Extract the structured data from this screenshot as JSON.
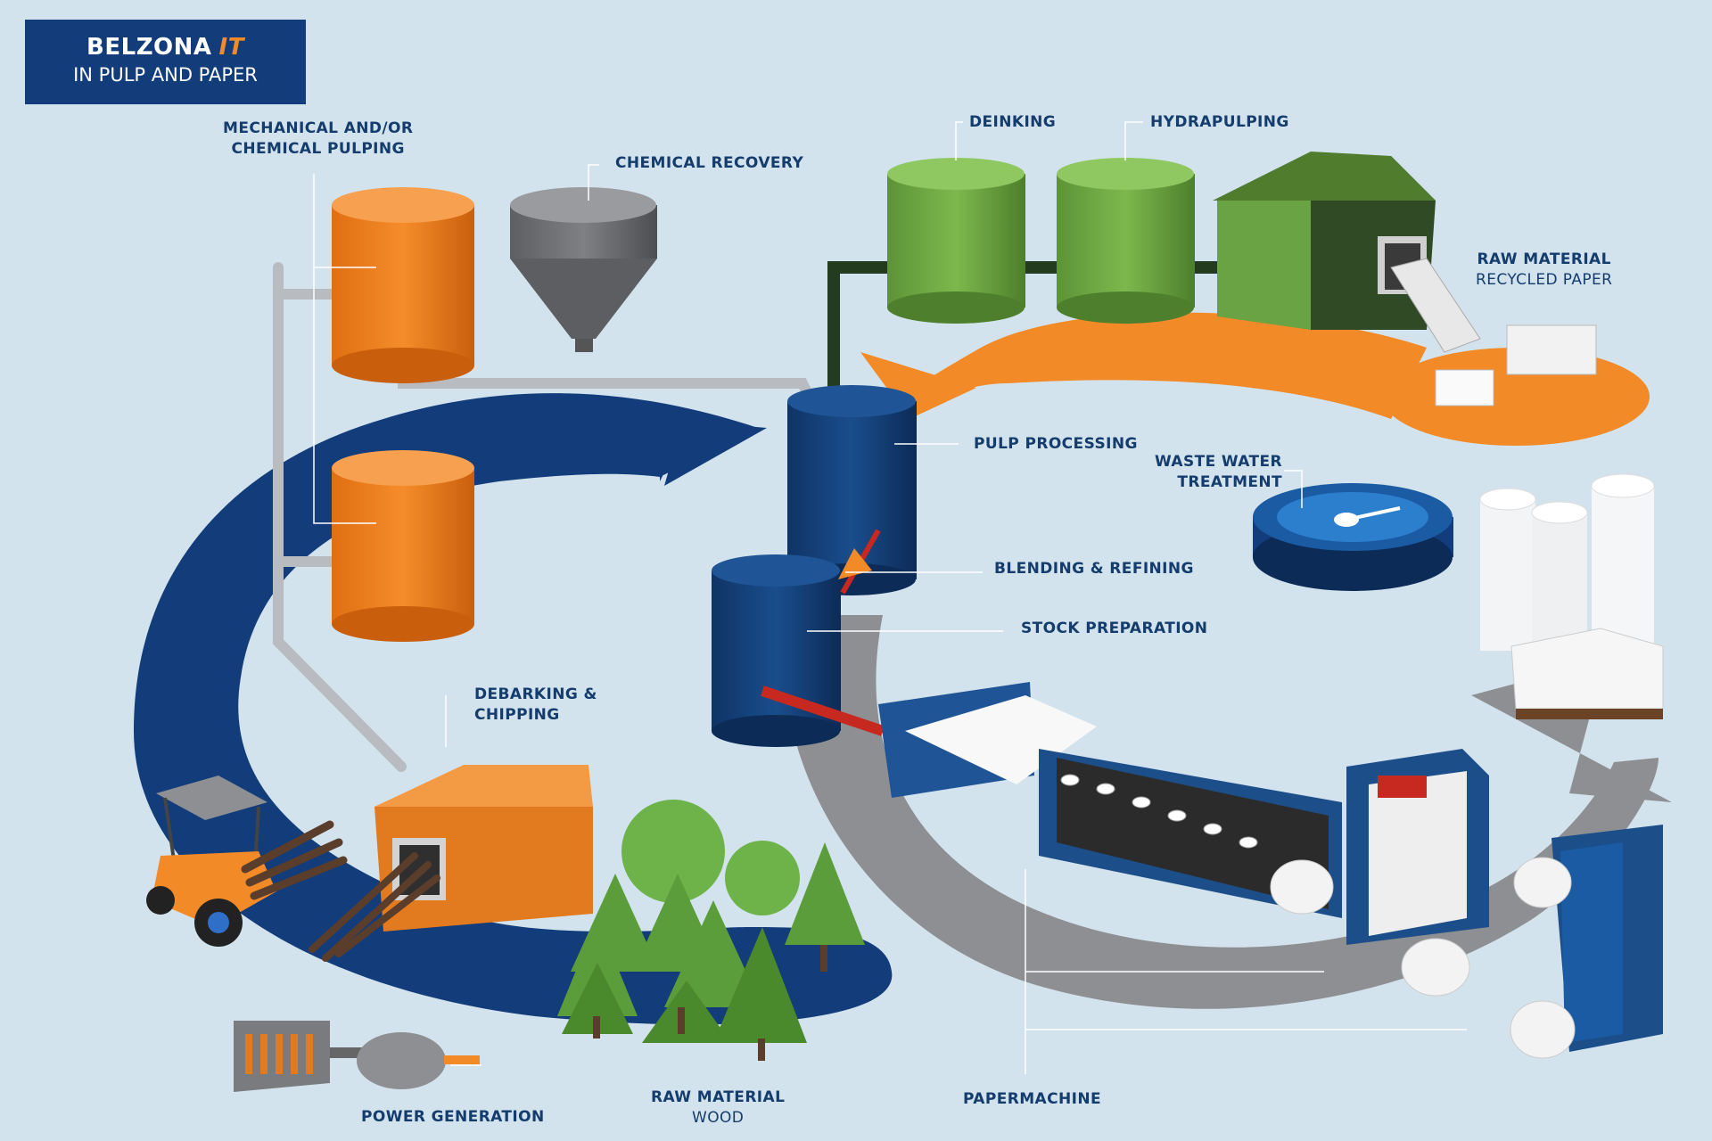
{
  "title": {
    "brand": "BELZONA",
    "brand_suffix": "IT",
    "subtitle": "IN PULP AND PAPER"
  },
  "labels": {
    "mechanical_pulping": [
      "MECHANICAL AND/OR",
      "CHEMICAL PULPING"
    ],
    "chemical_recovery": "CHEMICAL RECOVERY",
    "deinking": "DEINKING",
    "hydrapulping": "HYDRAPULPING",
    "raw_material_recycled": [
      "RAW MATERIAL",
      "RECYCLED PAPER"
    ],
    "pulp_processing": "PULP PROCESSING",
    "waste_water": [
      "WASTE WATER",
      "TREATMENT"
    ],
    "blending_refining": "BLENDING & REFINING",
    "stock_preparation": "STOCK PREPARATION",
    "debarking": [
      "DEBARKING &",
      "CHIPPING"
    ],
    "papermachine": "PAPERMACHINE",
    "raw_material_wood": [
      "RAW MATERIAL",
      "WOOD"
    ],
    "power_generation": "POWER GENERATION"
  },
  "colors": {
    "background": "#d3e3ed",
    "navy": "#123d7a",
    "orange": "#f28a27",
    "green": "#6aa343",
    "grey": "#8c8c8c",
    "white": "#ffffff"
  }
}
